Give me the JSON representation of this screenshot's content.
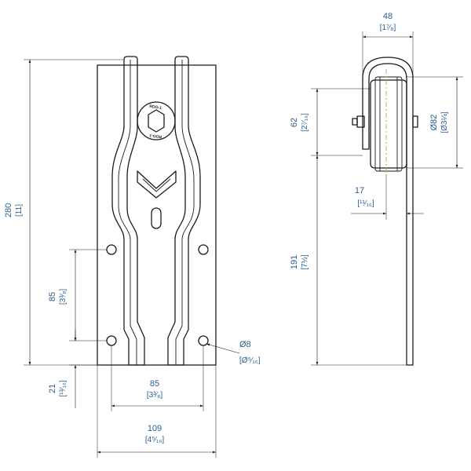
{
  "front_view": {
    "stamp": "ROO-1",
    "dims": {
      "height": {
        "mm": "280",
        "inch": "[11]"
      },
      "hole_vertical": {
        "mm": "85",
        "inch": "[3³⁄₈]"
      },
      "hole_bottom": {
        "mm": "21",
        "inch": "[¹³⁄₁₆]"
      },
      "hole_spacing": {
        "mm": "85",
        "inch": "[3³⁄₈]"
      },
      "width": {
        "mm": "109",
        "inch": "[4⁵⁄₁₆]"
      },
      "hole_dia": {
        "mm": "Ø8",
        "inch": "[Ø⁵⁄₁₆]"
      }
    }
  },
  "side_view": {
    "dims": {
      "wheel_width": {
        "mm": "48",
        "inch": "[1⁷⁄₈]"
      },
      "wheel_dia": {
        "mm": "Ø82",
        "inch": "[Ø3¼]"
      },
      "hanger_upper": {
        "mm": "62",
        "inch": "[2⁷⁄₁₆]"
      },
      "offset": {
        "mm": "17",
        "inch": "[¹¹⁄₁₆]"
      },
      "hanger_lower": {
        "mm": "191",
        "inch": "[7½]"
      }
    }
  }
}
